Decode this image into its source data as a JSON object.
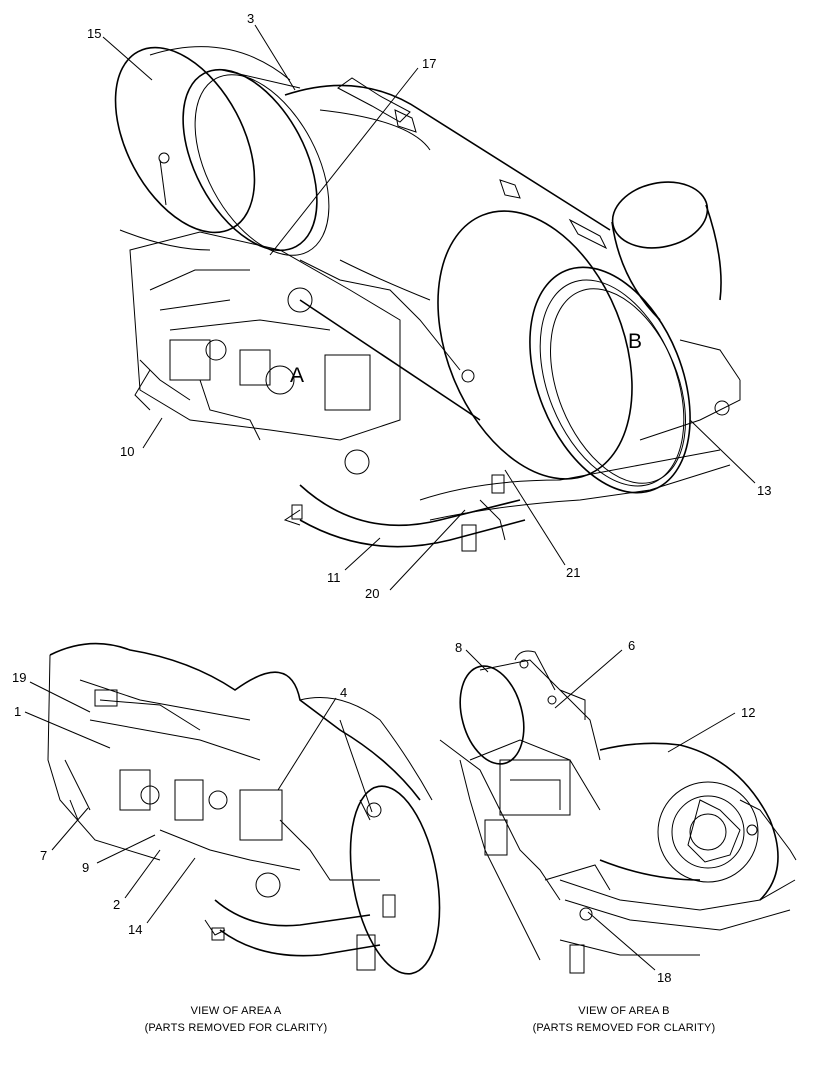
{
  "main_view": {
    "callouts": [
      "15",
      "3",
      "17",
      "10",
      "13",
      "11",
      "20",
      "21"
    ],
    "area_labels": [
      "A",
      "B"
    ]
  },
  "view_a": {
    "callouts": [
      "19",
      "1",
      "4",
      "7",
      "9",
      "2",
      "14"
    ],
    "caption_line1": "VIEW OF AREA  A",
    "caption_line2": "(PARTS REMOVED FOR CLARITY)"
  },
  "view_b": {
    "callouts": [
      "8",
      "6",
      "12",
      "18"
    ],
    "caption_line1": "VIEW OF AREA B",
    "caption_line2": "(PARTS REMOVED FOR CLARITY)"
  }
}
